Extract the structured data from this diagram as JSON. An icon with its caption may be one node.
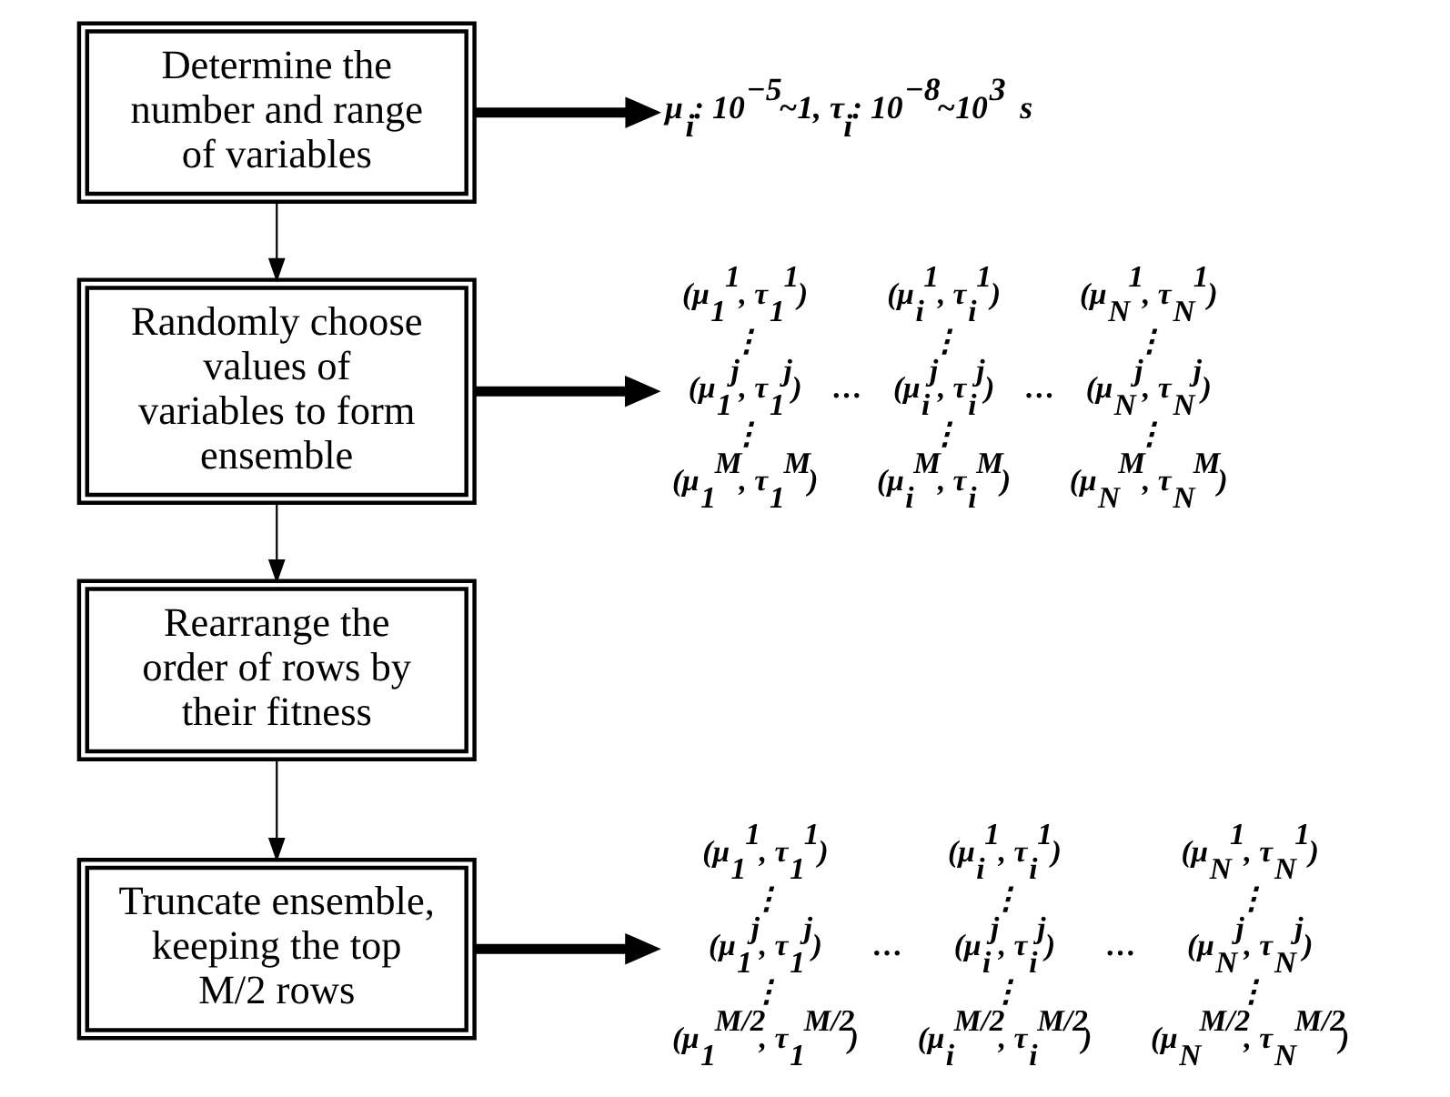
{
  "diagram": {
    "nodes": [
      {
        "text": [
          "Determine the number and range of variables"
        ]
      },
      {
        "text": [
          "Randomly choose values of variables to form ensemble"
        ]
      },
      {
        "text": [
          "Rearrange the order of rows by their fitness"
        ]
      },
      {
        "text": [
          "Truncate ensemble, keeping the top M/2 rows"
        ]
      },
      {
        "text": [
          "μ$_{i}$: 10$^{−5}$~1, τ$_{i}$: 10$^{−8}$~10$^{3}$ s"
        ]
      },
      {
        "text": [
          "(μ$_{1}$$^{1}$, τ$_{1}$$^{1}$)",
          "(μ$_{i}$$^{1}$, τ$_{i}$$^{1}$)",
          "(μ$_{N}$$^{1}$, τ$_{N}$$^{1}$)",
          "⋮",
          "⋮",
          "⋮",
          "(μ$_{1}$$^{j}$, τ$_{1}$$^{j}$)",
          "…",
          "(μ$_{i}$$^{j}$, τ$_{i}$$^{j}$)",
          "…",
          "(μ$_{N}$$^{j}$, τ$_{N}$$^{j}$)",
          "⋮",
          "⋮",
          "⋮",
          "(μ$_{1}$$^{M}$, τ$_{1}$$^{M}$)",
          "(μ$_{i}$$^{M}$, τ$_{i}$$^{M}$)",
          "(μ$_{N}$$^{M}$, τ$_{N}$$^{M}$)"
        ]
      },
      {
        "text": [
          "(μ$_{1}$$^{1}$, τ$_{1}$$^{1}$)",
          "(μ$_{i}$$^{1}$, τ$_{i}$$^{1}$)",
          "(μ$_{N}$$^{1}$, τ$_{N}$$^{1}$)",
          "⋮",
          "⋮",
          "⋮",
          "(μ$_{1}$$^{j}$, τ$_{1}$$^{j}$)",
          "…",
          "(μ$_{i}$$^{j}$, τ$_{i}$$^{j}$)",
          "…",
          "(μ$_{N}$$^{j}$, τ$_{N}$$^{j}$)",
          "⋮",
          "⋮",
          "⋮",
          "(μ$_{1}$$^{M/2}$, τ$_{1}$$^{M/2}$)",
          "(μ$_{i}$$^{M/2}$, τ$_{i}$$^{M/2}$)",
          "(μ$_{N}$$^{M/2}$, τ$_{N}$$^{M/2}$)"
        ]
      }
    ],
    "edges": [
      {
        "from": 0,
        "to": 1,
        "arrow": "to"
      },
      {
        "from": 1,
        "to": 2,
        "arrow": "to"
      },
      {
        "from": 2,
        "to": 3,
        "arrow": "to"
      },
      {
        "from": 0,
        "to": 4,
        "arrow": "to",
        "style": "thick"
      },
      {
        "from": 1,
        "to": 5,
        "arrow": "to",
        "style": "thick"
      },
      {
        "from": 3,
        "to": 6,
        "arrow": "to",
        "style": "thick"
      }
    ]
  }
}
